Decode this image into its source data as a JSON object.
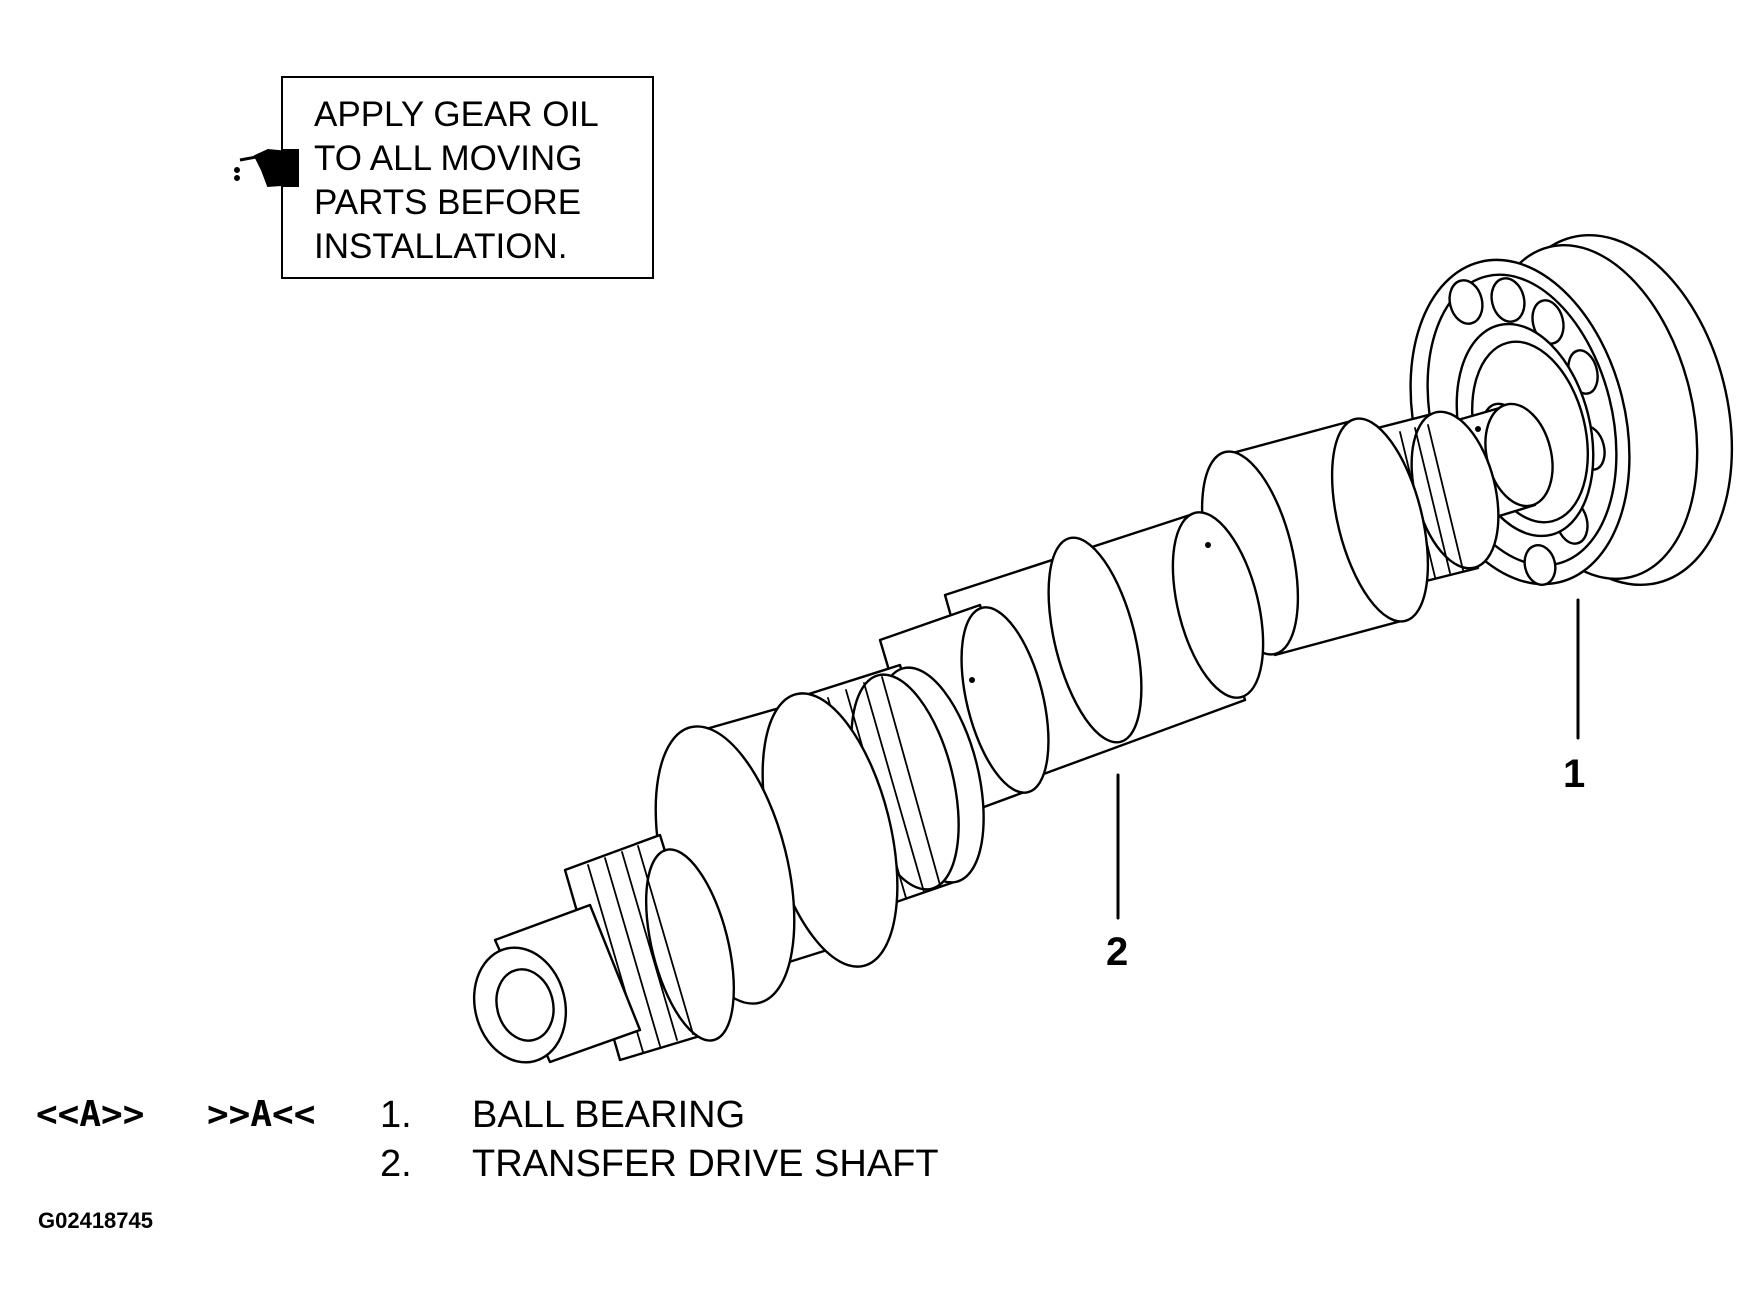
{
  "note": {
    "lines": [
      "APPLY GEAR OIL",
      "TO ALL MOVING",
      "PARTS BEFORE",
      "INSTALLATION."
    ],
    "icon": "oil-can-icon"
  },
  "callouts": [
    "1",
    "2"
  ],
  "legend": {
    "codes": [
      "<<A>>",
      ">>A<<"
    ],
    "items": [
      {
        "number": "1.",
        "label": "BALL BEARING"
      },
      {
        "number": "2.",
        "label": "TRANSFER DRIVE SHAFT"
      }
    ]
  },
  "figure_id": "G02418745"
}
